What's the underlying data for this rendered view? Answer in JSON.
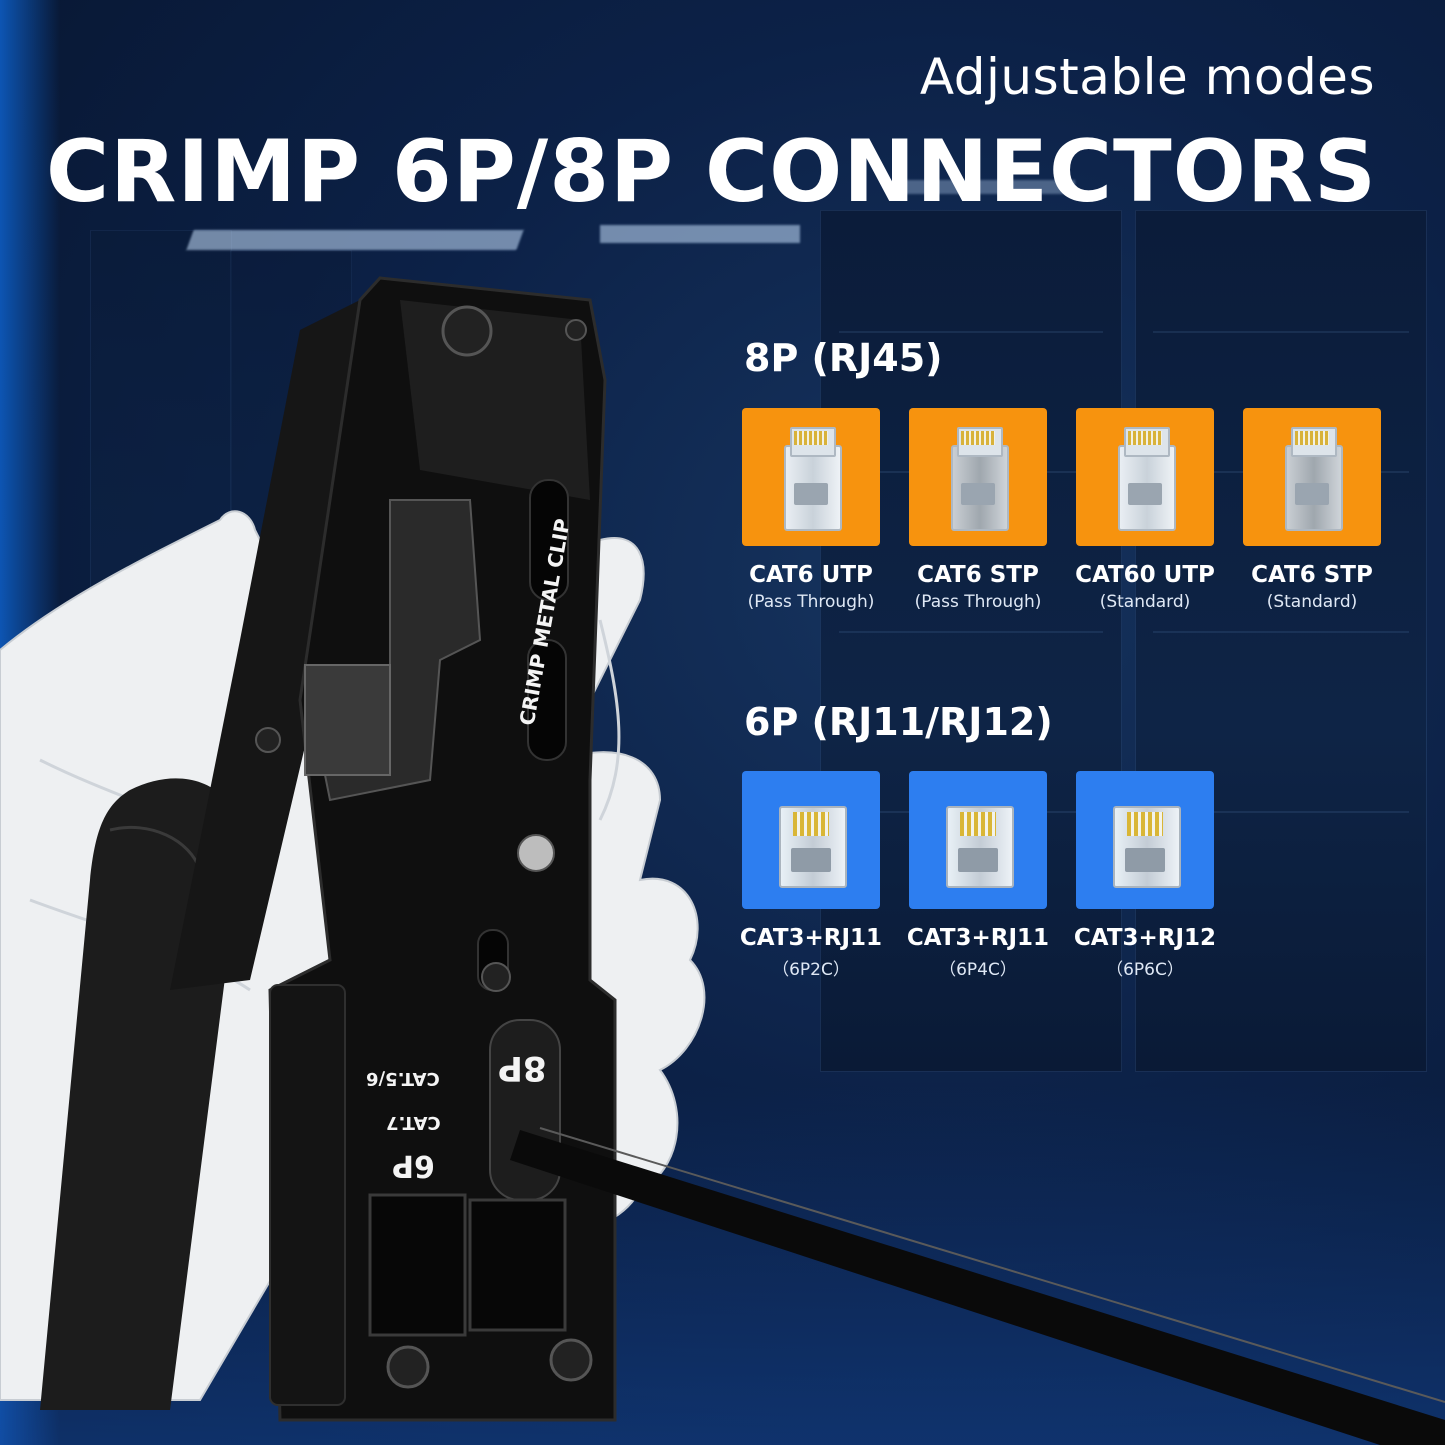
{
  "header": {
    "subtitle": "Adjustable modes",
    "title": "CRIMP 6P/8P CONNECTORS"
  },
  "tool_markings": {
    "crimp_metal_clip": "CRIMP METAL CLIP",
    "cat56": "CAT.5/6",
    "cat7": "CAT.7",
    "port_8p": "8P",
    "port_6p": "6P"
  },
  "sections": {
    "rj45": {
      "title": "8P (RJ45)",
      "tile_color": "#f7930e",
      "items": [
        {
          "name": "CAT6 UTP",
          "note": "(Pass Through)",
          "icon": "rj45-utp-passthrough-connector-icon"
        },
        {
          "name": "CAT6 STP",
          "note": "(Pass Through)",
          "icon": "rj45-stp-passthrough-connector-icon"
        },
        {
          "name": "CAT60 UTP",
          "note": "(Standard)",
          "icon": "rj45-utp-standard-connector-icon"
        },
        {
          "name": "CAT6 STP",
          "note": "(Standard)",
          "icon": "rj45-stp-standard-connector-icon"
        }
      ]
    },
    "rj11": {
      "title": "6P (RJ11/RJ12)",
      "tile_color": "#2d7ef0",
      "items": [
        {
          "name": "CAT3+RJ11",
          "note": "（6P2C）",
          "icon": "rj11-6p2c-connector-icon"
        },
        {
          "name": "CAT3+RJ11",
          "note": "（6P4C）",
          "icon": "rj11-6p4c-connector-icon"
        },
        {
          "name": "CAT3+RJ12",
          "note": "（6P6C）",
          "icon": "rj12-6p6c-connector-icon"
        }
      ]
    }
  }
}
